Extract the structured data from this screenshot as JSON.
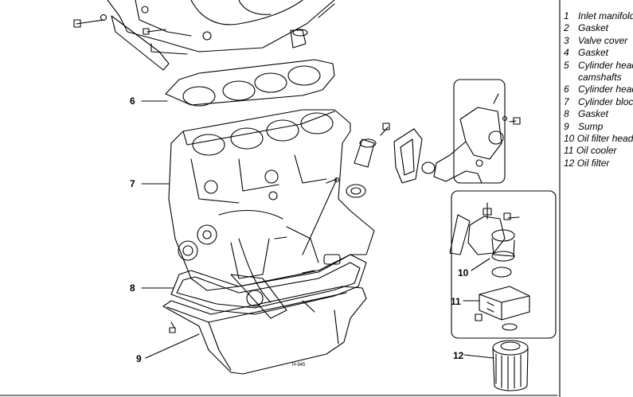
{
  "legend": [
    {
      "num": "1",
      "label": "Inlet manifold"
    },
    {
      "num": "2",
      "label": "Gasket"
    },
    {
      "num": "3",
      "label": "Valve cover"
    },
    {
      "num": "4",
      "label": "Gasket"
    },
    {
      "num": "5",
      "label": "Cylinder head",
      "continuation": "camshafts"
    },
    {
      "num": "6",
      "label": "Cylinder head"
    },
    {
      "num": "7",
      "label": "Cylinder block"
    },
    {
      "num": "8",
      "label": "Gasket"
    },
    {
      "num": "9",
      "label": "Sump"
    },
    {
      "num": "10",
      "label": "Oil filter head"
    },
    {
      "num": "11",
      "label": "Oil cooler"
    },
    {
      "num": "12",
      "label": "Oil filter"
    }
  ],
  "callouts": {
    "c6": "6",
    "c7": "7",
    "c8": "8",
    "c9": "9",
    "c10": "10",
    "c11": "11",
    "c12": "12"
  },
  "drawing_code": "H-945",
  "colors": {
    "line": "#000000",
    "background": "#ffffff"
  }
}
